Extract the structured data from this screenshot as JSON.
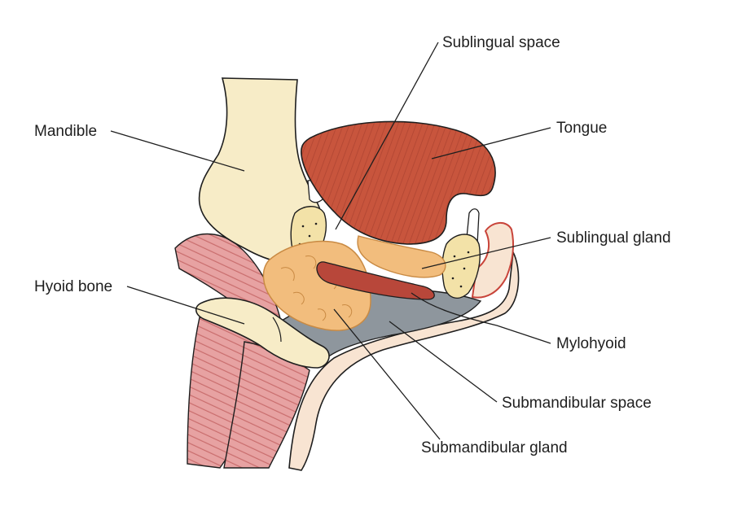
{
  "labels": {
    "sublingual_space": "Sublingual space",
    "mandible": "Mandible",
    "tongue": "Tongue",
    "sublingual_gland": "Sublingual gland",
    "hyoid_bone": "Hyoid bone",
    "mylohyoid": "Mylohyoid",
    "submandibular_space": "Submandibular space",
    "submandibular_gland": "Submandibular gland"
  },
  "colors": {
    "bone": "#f7ecc7",
    "bone_outline": "#1e1e1e",
    "muscle": "#e7a2a2",
    "muscle_stripe": "#c96d6d",
    "tongue": "#c8553d",
    "tongue_fiber": "#b04532",
    "gland": "#f2bd7d",
    "gland_outline": "#c98a43",
    "gland_duct": "#b8473a",
    "space_gray": "#8e969d",
    "skin": "#f8e4d2",
    "gum_red": "#c8443a"
  }
}
